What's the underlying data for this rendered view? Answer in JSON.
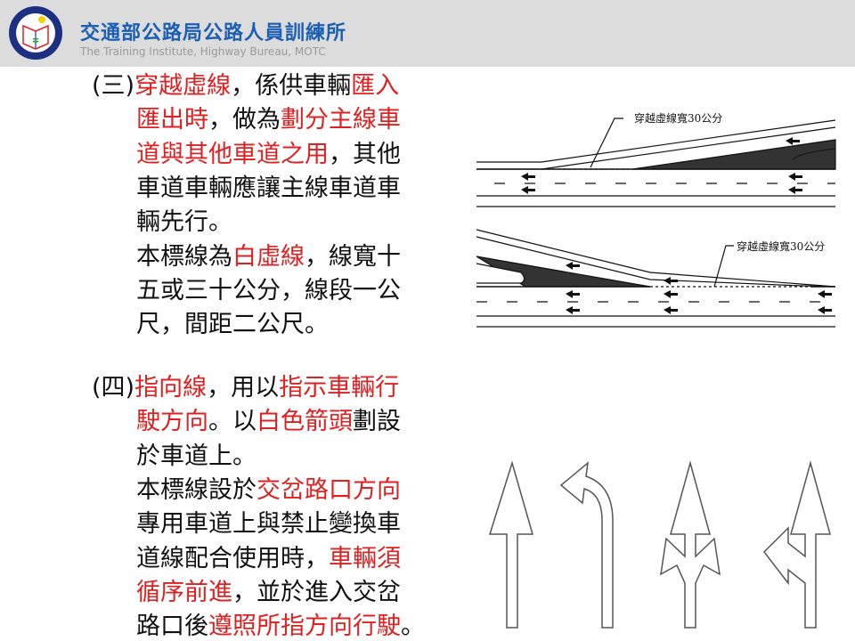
{
  "header": {
    "title": "交通部公路局公路人員訓練所",
    "subtitle": "The Training Institute, Highway Bureau,  MOTC"
  },
  "section3": {
    "lines": [
      [
        {
          "t": "(三)"
        },
        {
          "t": "穿越虛線",
          "r": 1
        },
        {
          "t": "，係供車輛"
        },
        {
          "t": "匯入",
          "r": 1
        }
      ],
      [
        {
          "t": "匯出時",
          "r": 1
        },
        {
          "t": "，做為"
        },
        {
          "t": "劃分主線車",
          "r": 1
        }
      ],
      [
        {
          "t": "道與其他車道之用",
          "r": 1
        },
        {
          "t": "，其他"
        }
      ],
      [
        {
          "t": "車道車輛應讓主線車道車"
        }
      ],
      [
        {
          "t": "輛先行。"
        }
      ],
      [
        {
          "t": "本標線為"
        },
        {
          "t": "白虛線",
          "r": 1
        },
        {
          "t": "，線寬十"
        }
      ],
      [
        {
          "t": "五或三十公分，線段一公"
        }
      ],
      [
        {
          "t": "尺，間距二公尺。"
        }
      ]
    ]
  },
  "section4": {
    "lines": [
      [
        {
          "t": "(四)"
        },
        {
          "t": "指向線",
          "r": 1
        },
        {
          "t": "，用以"
        },
        {
          "t": "指示車輛行",
          "r": 1
        }
      ],
      [
        {
          "t": "駛方向",
          "r": 1
        },
        {
          "t": "。以"
        },
        {
          "t": "白色箭頭",
          "r": 1
        },
        {
          "t": "劃設"
        }
      ],
      [
        {
          "t": "於車道上。"
        }
      ],
      [
        {
          "t": "本標線設於"
        },
        {
          "t": "交岔路口方向",
          "r": 1
        }
      ],
      [
        {
          "t": "專用車道上與禁止變換車"
        }
      ],
      [
        {
          "t": "道線配合使用時，"
        },
        {
          "t": "車輛須",
          "r": 1
        }
      ],
      [
        {
          "t": "循序前進",
          "r": 1
        },
        {
          "t": "，並於進入交岔"
        }
      ],
      [
        {
          "t": "路口後"
        },
        {
          "t": "遵照所指方向行駛",
          "r": 1
        },
        {
          "t": "。"
        }
      ]
    ]
  },
  "diagram": {
    "label_top": "穿越虛線寬30公分",
    "label_bottom": "穿越虛線寬30公分"
  },
  "colors": {
    "accent": "#e02020",
    "title": "#1a5fb4"
  }
}
